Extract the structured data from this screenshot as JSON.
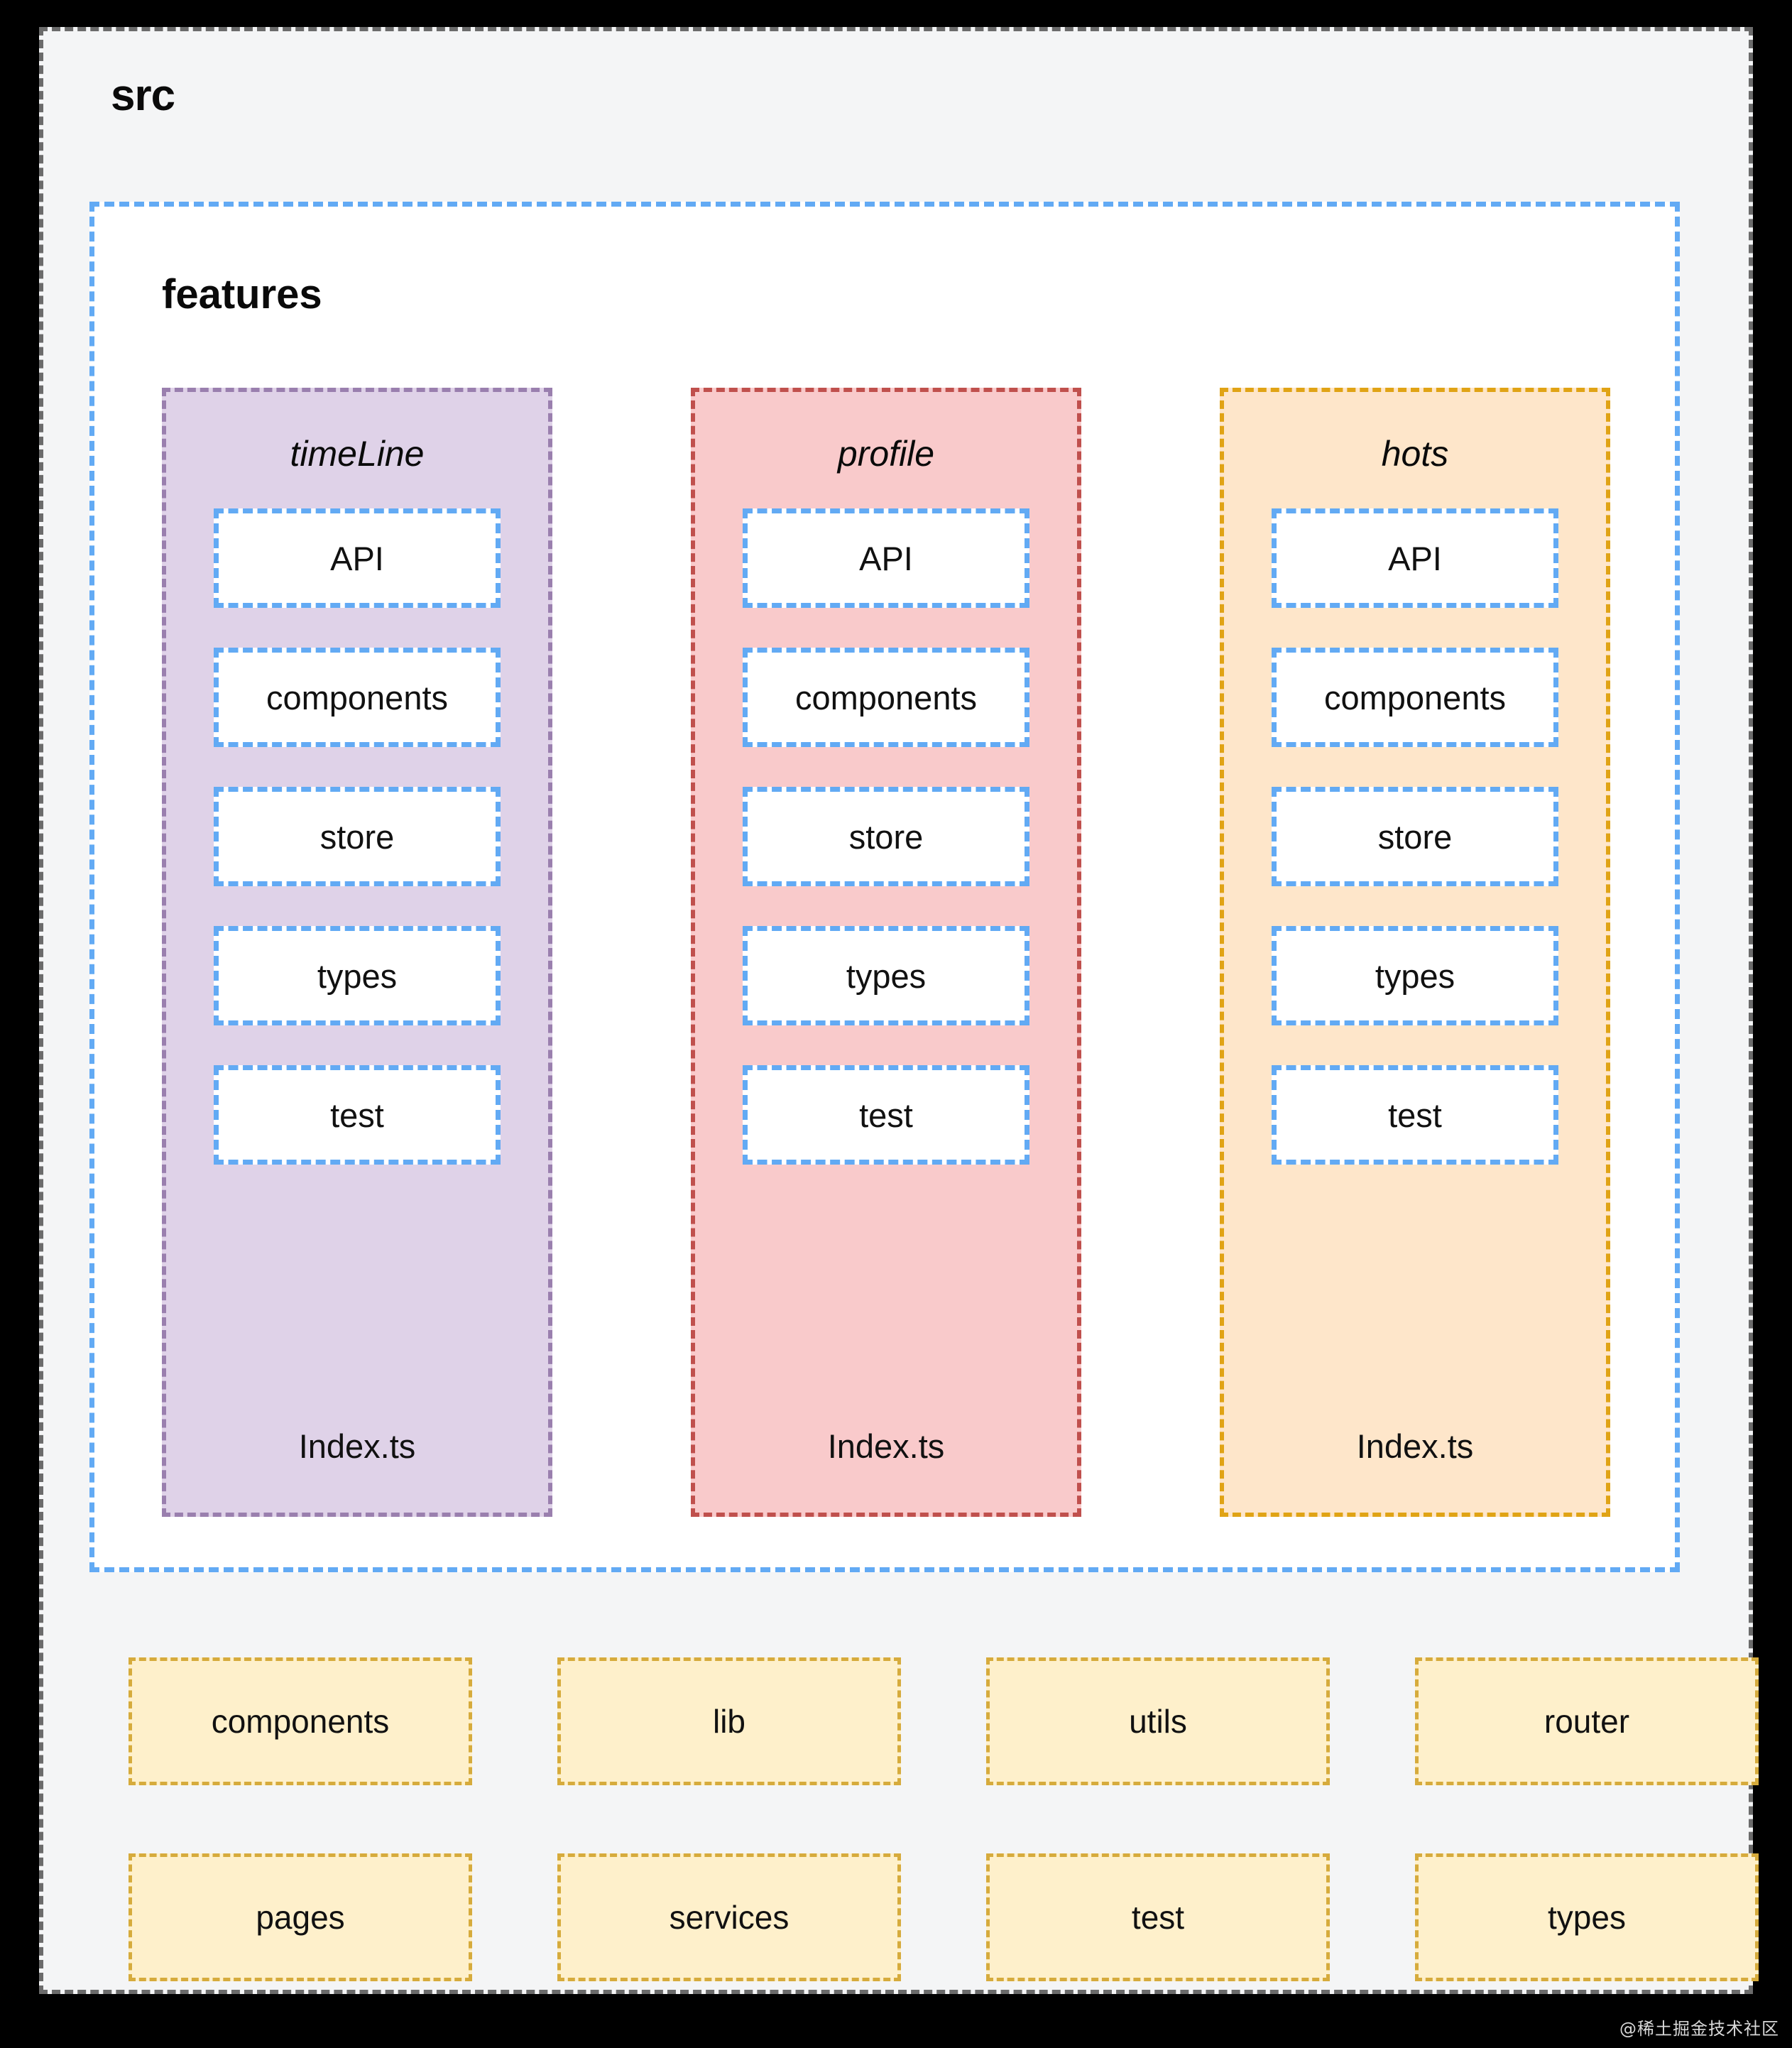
{
  "root": {
    "title": "src"
  },
  "features": {
    "title": "features",
    "columns": [
      {
        "name": "timeLine",
        "theme": "timeline",
        "fill": "#dfd2e8",
        "border": "#9a7fae",
        "items": [
          "API",
          "components",
          "store",
          "types",
          "test"
        ],
        "index_file": "Index.ts"
      },
      {
        "name": "profile",
        "theme": "profile",
        "fill": "#f9cacb",
        "border": "#c0504d",
        "items": [
          "API",
          "components",
          "store",
          "types",
          "test"
        ],
        "index_file": "Index.ts"
      },
      {
        "name": "hots",
        "theme": "hots",
        "fill": "#fee6ca",
        "border": "#e0a315",
        "items": [
          "API",
          "components",
          "store",
          "types",
          "test"
        ],
        "index_file": "Index.ts"
      }
    ]
  },
  "bottom_folders": [
    "components",
    "lib",
    "utils",
    "router",
    "pages",
    "services",
    "test",
    "types"
  ],
  "colors": {
    "page_background": "#000000",
    "src_panel": "#f4f5f6",
    "src_border": "#6b6b6b",
    "features_panel": "#ffffff",
    "features_border": "#62aaf4",
    "inner_box_border": "#62aaf4",
    "folder_fill": "#fef0cb",
    "folder_border": "#d6ab3c"
  },
  "watermark": {
    "text": "@稀土掘金技术社区"
  }
}
